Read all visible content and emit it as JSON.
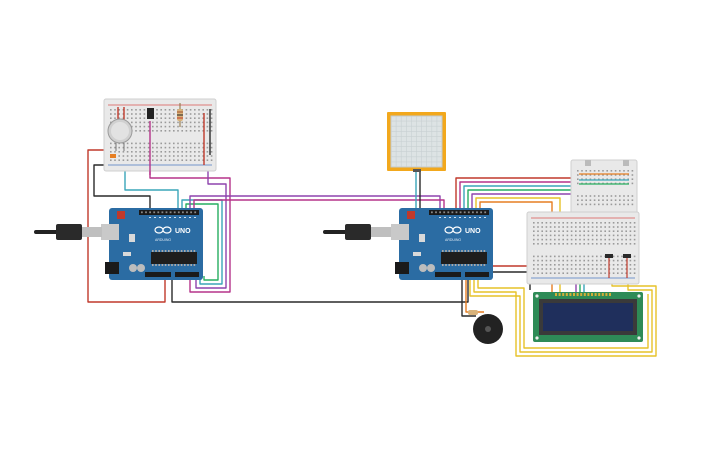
{
  "title": "",
  "boards": [
    {
      "label": "UNO",
      "sub": "ARDUINO"
    },
    {
      "label": "UNO",
      "sub": "ARDUINO"
    }
  ],
  "colors": {
    "board": "#2b6ca3",
    "board_dark": "#1f5584",
    "breadboard": "#e9e9e9",
    "wire_red": "#c0392b",
    "wire_black": "#2a2a2a",
    "wire_purple": "#8e44ad",
    "wire_magenta": "#b5338a",
    "wire_teal": "#3aa6b9",
    "wire_green": "#27ae60",
    "wire_yellow": "#e6c229",
    "wire_orange": "#e67e22",
    "keypad_frame": "#f2a81d",
    "lcd_pcb": "#2e8b57",
    "lcd_screen": "#1f2f5c"
  },
  "components": [
    {
      "name": "arduino-uno-left",
      "type": "arduino"
    },
    {
      "name": "arduino-uno-right",
      "type": "arduino"
    },
    {
      "name": "breadboard-small-top-left",
      "type": "breadboard"
    },
    {
      "name": "breadboard-right",
      "type": "breadboard"
    },
    {
      "name": "keypad-touch-panel",
      "type": "touch-panel"
    },
    {
      "name": "lcd-16x2",
      "type": "lcd"
    },
    {
      "name": "piezo-buzzer",
      "type": "buzzer"
    },
    {
      "name": "gas-sensor",
      "type": "sensor"
    }
  ]
}
